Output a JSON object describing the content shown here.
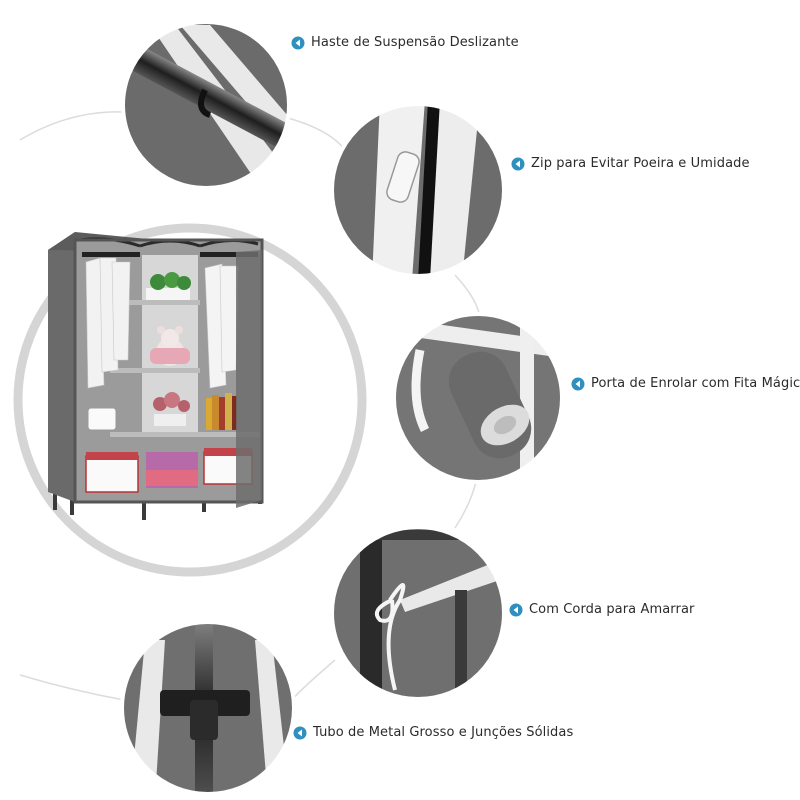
{
  "features": [
    {
      "id": "rod",
      "label": "Haste de Suspensão Deslizante"
    },
    {
      "id": "zip",
      "label": "Zip para Evitar Poeira e Umidade"
    },
    {
      "id": "roll",
      "label": "Porta de Enrolar com Fita Mágica"
    },
    {
      "id": "rope",
      "label": "Com Corda para Amarrar"
    },
    {
      "id": "tube",
      "label": "Tubo de Metal Grosso e Junções Sólidas"
    }
  ],
  "colors": {
    "fabric": "#6d6d6d",
    "fabric_dark": "#4a4a4a",
    "accent_icon": "#2f8fbe",
    "guide_line": "#d9d9d9",
    "trim": "#e9e9e9"
  }
}
